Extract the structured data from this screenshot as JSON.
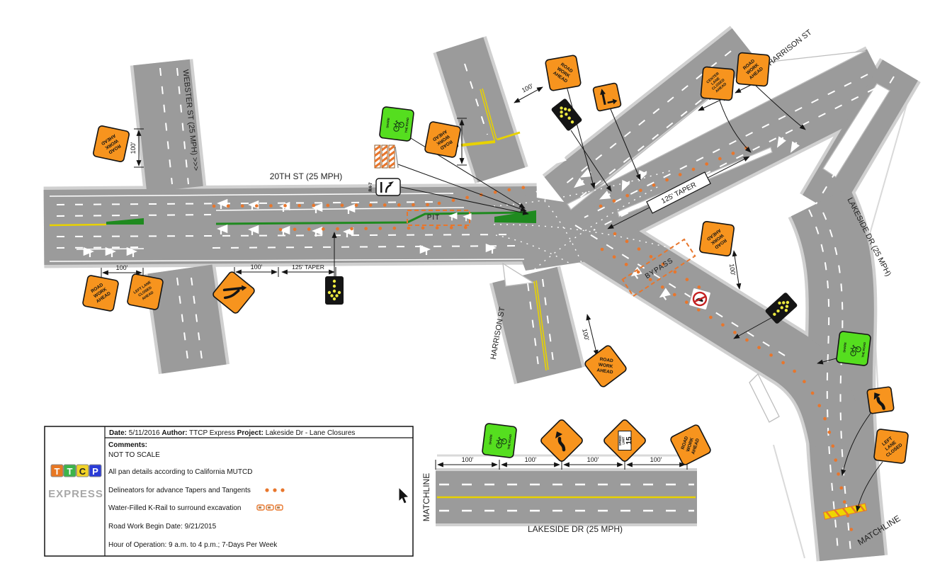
{
  "title_block": {
    "header": {
      "date_label": "Date:",
      "date_value": "5/11/2016",
      "author_label": "Author:",
      "author_value": "TTCP Express",
      "project_label": "Project:",
      "project_value": "Lakeside Dr - Lane Closures"
    },
    "comments_label": "Comments:",
    "note_scale": "NOT TO SCALE",
    "note_mutcd": "All pan details according to California MUTCD",
    "note_delineators": "Delineators for advance Tapers and Tangents",
    "note_krail": "Water-Filled K-Rail to surround excavation",
    "note_begin": "Road Work Begin Date: 9/21/2015",
    "note_hours": "Hour of Operation: 9 a.m. to 4 p.m.; 7-Days Per Week",
    "logo": {
      "l1": "T",
      "l2": "T",
      "l3": "C",
      "l4": "P",
      "sub": "EXPRESS"
    }
  },
  "streets": {
    "webster": "WEBSTER ST (25 MPH) >>>",
    "twentieth": "20TH ST (25 MPH)",
    "harrison_ne": "HARRISON ST",
    "harrison_s": "HARRISON ST",
    "lakeside": "LAKESIDE DR (25 MPH)",
    "lakeside_detail": "LAKESIDE DR (25 MPH)",
    "matchline_left": "MATCHLINE",
    "matchline_right": "MATCHLINE"
  },
  "zones": {
    "pit": "PIT",
    "bypass": "BYPASS"
  },
  "dims": {
    "d100": "100'",
    "taper125": "125' TAPER"
  },
  "signs": {
    "road_work_ahead": {
      "l1": "ROAD",
      "l2": "WORK",
      "l3": "AHEAD"
    },
    "left_lane_closed_ahead": {
      "l1": "LEFT LANE",
      "l2": "CLOSED",
      "l3": "AHEAD"
    },
    "center_lane_closed_ahead": {
      "l1": "CENTER",
      "l2": "LANE",
      "l3": "CLOSED",
      "l4": "AHEAD"
    },
    "left_lane_closed": {
      "l1": "LEFT",
      "l2": "LANE",
      "l3": "CLOSED"
    },
    "share_the_road": {
      "l1": "SHARE",
      "l2": "THE ROAD"
    },
    "speed_limit": {
      "l1": "SPEED",
      "l2": "LIMIT",
      "value": "15"
    },
    "keep_right_code": "R4-7"
  },
  "colors": {
    "road": "#9B9B9B",
    "road_casing": "#D0D0D0",
    "sign_orange": "#F7941E",
    "sign_green": "#55DE1F",
    "arrow_board_black": "#151515",
    "arrow_board_dot": "#EDE93F",
    "delineator_orange": "#E8762C",
    "bike_lane_green": "#1F8A1F",
    "centerline_yellow": "#E8D200",
    "logo_t1": "#E87722",
    "logo_t2": "#3CB44A",
    "logo_c": "#F2D327",
    "logo_p": "#2A3BD6"
  }
}
